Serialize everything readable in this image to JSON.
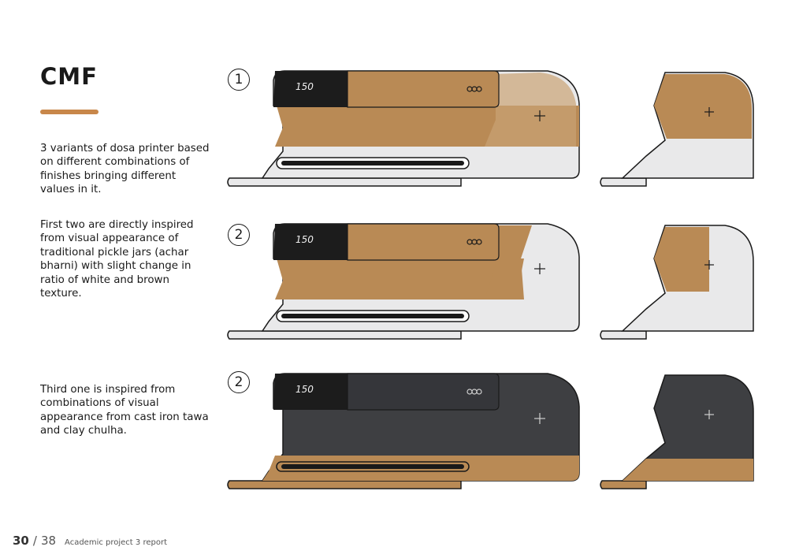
{
  "page": {
    "title": "CMF",
    "accent_color": "#c8874a",
    "paragraphs": [
      "3 variants of dosa printer based on different combinations of finishes bringing different values in it.",
      "First two are directly inspired from visual appearance of traditional pickle jars (achar bharni) with slight change in ratio of white and brown texture.",
      "Third one is inspired from combinations of visual appearance from cast iron tawa and clay chulha."
    ]
  },
  "variants": [
    {
      "number": "1",
      "display": "150",
      "finish": "brown-top-white-base",
      "colors": {
        "display": "#1c1c1c",
        "body": "#b98a55",
        "base": "#e9e9ea"
      }
    },
    {
      "number": "2",
      "display": "150",
      "finish": "brown-top-white-side",
      "colors": {
        "display": "#1c1c1c",
        "body": "#b98a55",
        "base": "#e9e9ea"
      }
    },
    {
      "number": "2",
      "display": "150",
      "finish": "black-top-clay-base",
      "colors": {
        "display": "#1c1c1c",
        "body": "#3e3f42",
        "base": "#b98a55"
      }
    }
  ],
  "footer": {
    "page_current": "30",
    "separator": "/",
    "page_total": "38",
    "label": "Academic project 3 report"
  }
}
